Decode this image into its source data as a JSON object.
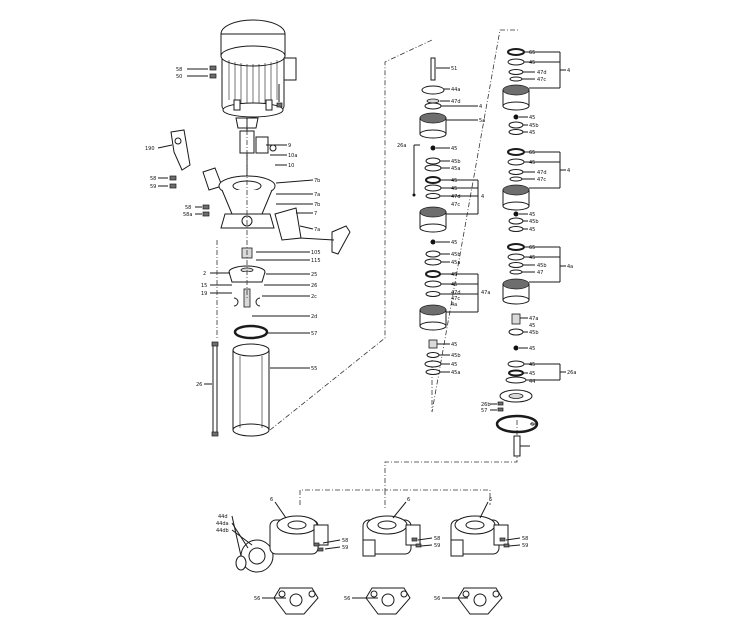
{
  "labels": {
    "motor_top": [
      "58",
      "50"
    ],
    "motor_side": [
      "9",
      "10a",
      "10"
    ],
    "bracket": [
      "190",
      "58",
      "59"
    ],
    "head_left": [
      "58",
      "58a"
    ],
    "head_right": [
      "7b",
      "7a",
      "7b",
      "7",
      "7a"
    ],
    "shaft_seal": [
      "105",
      "115",
      "2",
      "15",
      "19",
      "25",
      "26",
      "2c",
      "2d"
    ],
    "lower": [
      "57",
      "55",
      "26"
    ],
    "mid_stack": [
      "51",
      "44a",
      "47d",
      "4",
      "5a",
      "26a",
      "45",
      "45b",
      "45a",
      "45",
      "45",
      "47d",
      "47c",
      "4",
      "45",
      "45b",
      "45a",
      "45",
      "45",
      "47d",
      "47c",
      "4a",
      "47a",
      "45",
      "45b",
      "45",
      "45a"
    ],
    "right_stack": [
      "65",
      "45",
      "47d",
      "47c",
      "4",
      "45",
      "45b",
      "45",
      "65",
      "45",
      "47d",
      "47c",
      "4",
      "45",
      "45b",
      "45",
      "65",
      "45",
      "45b",
      "47",
      "4a",
      "47a",
      "45",
      "45b",
      "45",
      "45",
      "45",
      "44",
      "26a",
      "26b",
      "57",
      "51"
    ],
    "bases": [
      "44d",
      "44da",
      "44db",
      "6",
      "58",
      "59",
      "6",
      "58",
      "59",
      "6",
      "58",
      "59",
      "56",
      "56",
      "56"
    ]
  }
}
